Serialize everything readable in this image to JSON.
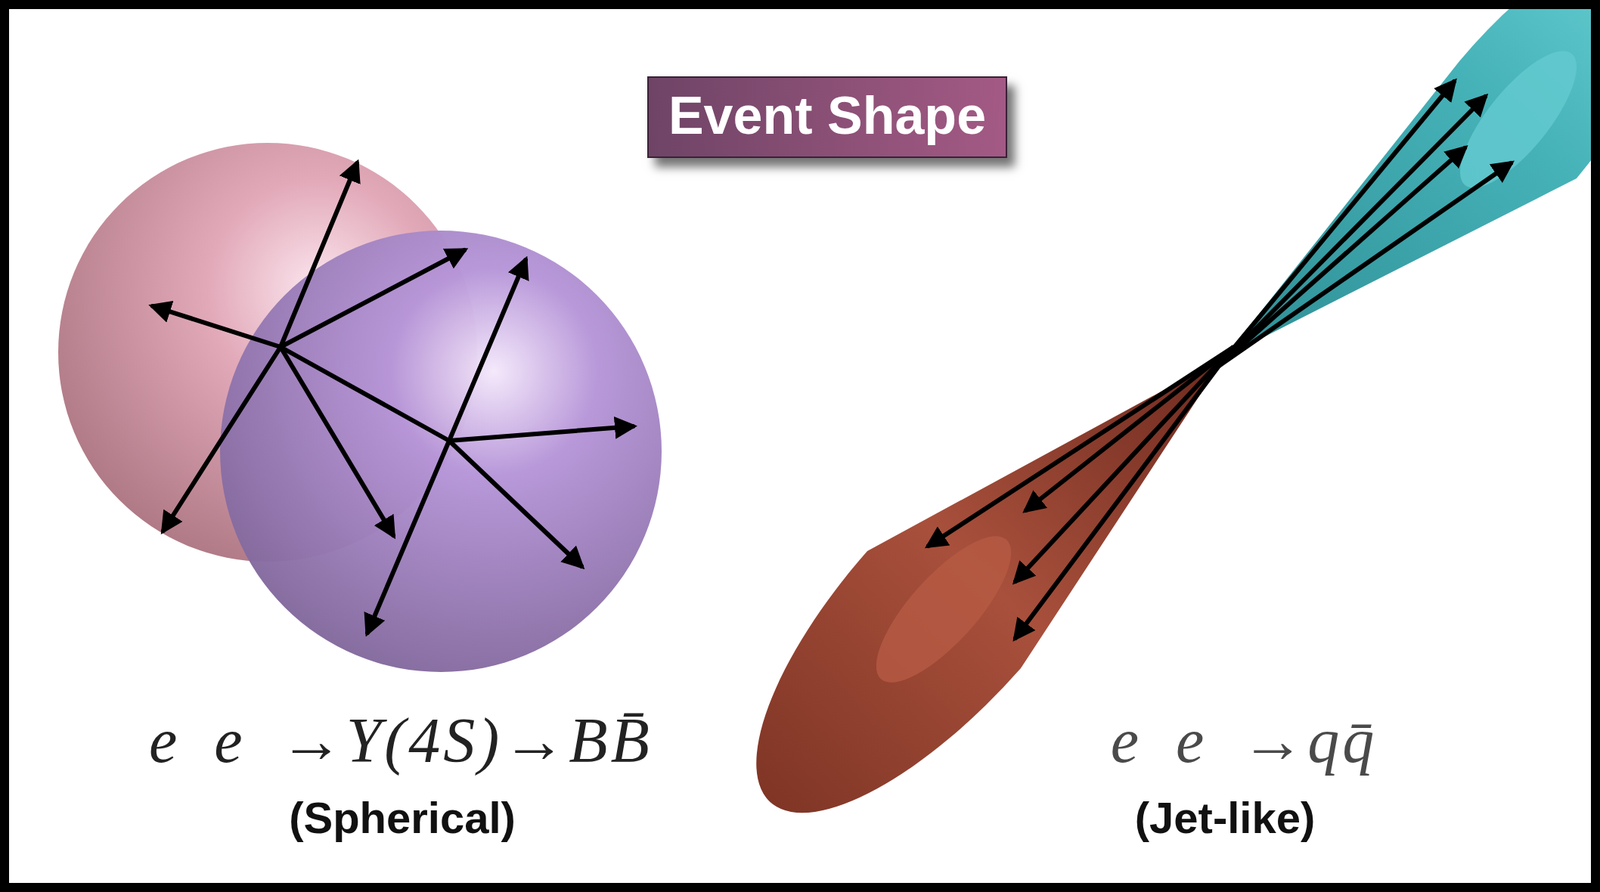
{
  "diagram": {
    "title": "Event Shape",
    "labels": [
      "e e →Υ(4S)→BB̄",
      "e e →qq̄",
      "(Spherical)",
      "(Jet-like)"
    ]
  }
}
